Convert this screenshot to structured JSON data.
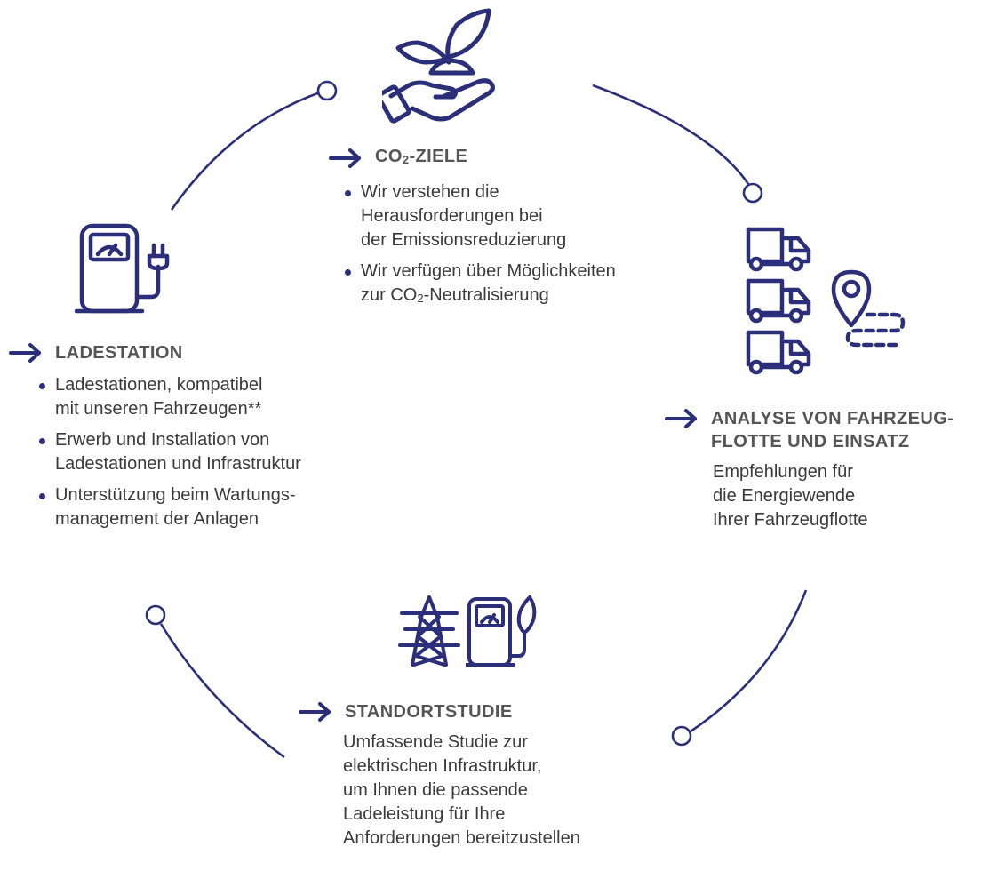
{
  "colors": {
    "accent": "#2b2f7a",
    "text": "#3a3a3a",
    "heading": "#555555"
  },
  "icons": {
    "co2": "hand-plant-icon",
    "ladestation": "charging-station-icon",
    "analyse": [
      "truck-icon",
      "truck-icon",
      "truck-icon",
      "location-pin-icon",
      "dashed-route-icon"
    ],
    "standort": [
      "power-pylon-icon",
      "fuel-pump-icon"
    ],
    "arrow": "arrow-right-icon"
  },
  "co2_ziele": {
    "title_prefix": "CO",
    "title_sub": "2",
    "title_suffix": "-ZIELE",
    "bullets": [
      {
        "lines": [
          "Wir verstehen die",
          "Herausforderungen bei",
          "der Emissionsreduzierung"
        ]
      },
      {
        "line1": "Wir verfügen über Möglichkeiten",
        "line2_prefix": "zur CO",
        "line2_sub": "2",
        "line2_suffix": "-Neutralisierung"
      }
    ]
  },
  "ladestation": {
    "title": "LADESTATION",
    "bullets": [
      {
        "lines": [
          "Ladestationen, kompatibel",
          "mit unseren Fahrzeugen**"
        ]
      },
      {
        "lines": [
          "Erwerb und Installation von",
          "Ladestationen und Infrastruktur"
        ]
      },
      {
        "lines": [
          "Unterstützung beim Wartungs-",
          "management der Anlagen"
        ]
      }
    ]
  },
  "analyse": {
    "title_lines": [
      "ANALYSE VON FAHRZEUG-",
      "FLOTTE UND EINSATZ"
    ],
    "desc_lines": [
      "Empfehlungen für",
      "die Energiewende",
      "Ihrer Fahrzeugflotte"
    ]
  },
  "standortstudie": {
    "title": "STANDORTSTUDIE",
    "desc_lines": [
      "Umfassende Studie zur",
      "elektrischen Infrastruktur,",
      "um Ihnen die passende",
      "Ladeleistung für Ihre",
      "Anforderungen bereitzustellen"
    ]
  }
}
